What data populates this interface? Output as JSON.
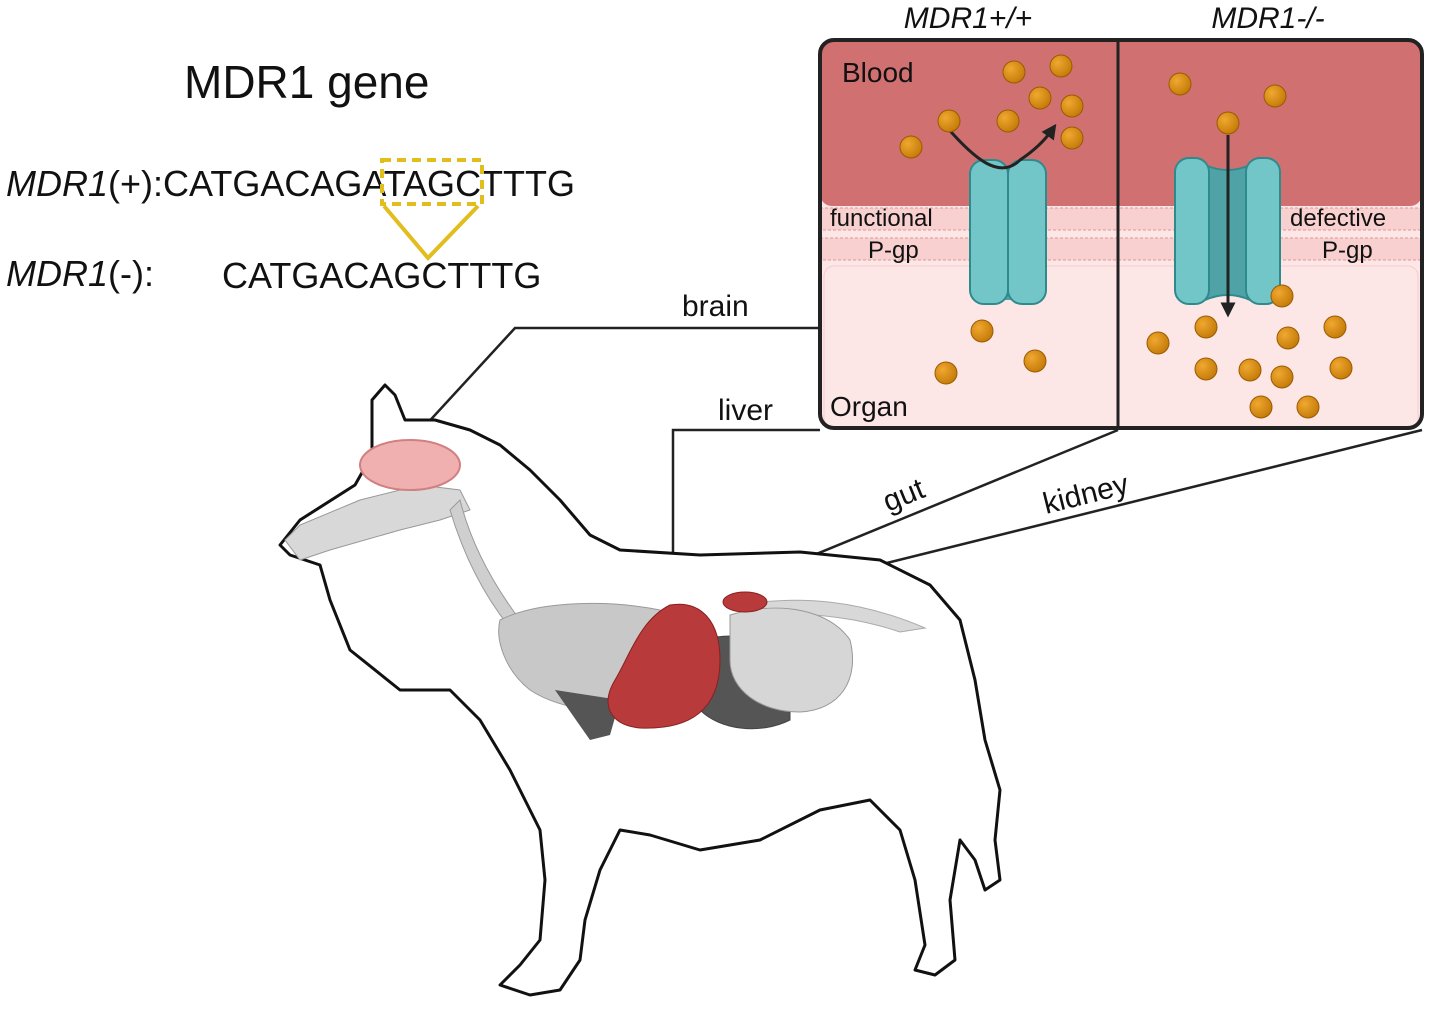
{
  "gene": {
    "title": "MDR1 gene",
    "wildtype_label": "MDR1",
    "wildtype_suffix": "(+):",
    "wildtype_seq_before": "CATGACAG",
    "wildtype_seq_deleted": "ATAG",
    "wildtype_seq_after": "CTTTG",
    "mutant_label": "MDR1",
    "mutant_suffix": "(-):",
    "mutant_seq": "CATGACAGCTTTG"
  },
  "panel": {
    "left_title": "MDR1+/+",
    "right_title": "MDR1-/-",
    "blood_label": "Blood",
    "organ_label": "Organ",
    "functional_label_1": "functional",
    "functional_label_2": "P-gp",
    "defective_label_1": "defective",
    "defective_label_2": "P-gp"
  },
  "organs": {
    "brain": "brain",
    "liver": "liver",
    "gut": "gut",
    "kidney": "kidney"
  },
  "colors": {
    "blood": "#d07070",
    "membrane": "#f8d6d6",
    "organ": "#fde6e6",
    "pgp": "#72c6c8",
    "drug": "#d88a10",
    "deletion": "#e2bd1e",
    "liver": "#b83a3a",
    "brain": "#f0b0b0"
  }
}
